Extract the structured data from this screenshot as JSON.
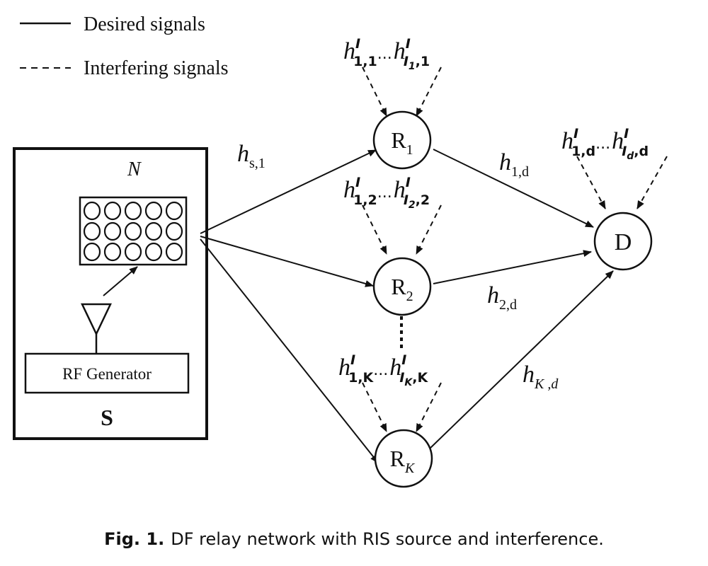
{
  "legend": {
    "desired": "Desired signals",
    "interfering": "Interfering signals"
  },
  "source": {
    "n_label": "N",
    "rf_generator": "RF Generator",
    "s_label": "S"
  },
  "nodes": {
    "r1": {
      "main": "R",
      "sub": "1"
    },
    "r2": {
      "main": "R",
      "sub": "2"
    },
    "rk": {
      "main": "R",
      "sub": "K"
    },
    "d": {
      "main": "D"
    }
  },
  "channels": {
    "hs1": {
      "main": "h",
      "sub": "s,1"
    },
    "h1d": {
      "main": "h",
      "sub": "1,d"
    },
    "h2d": {
      "main": "h",
      "sub": "2,d"
    },
    "hkd": {
      "main": "h",
      "sub": "K ,d"
    }
  },
  "interference": {
    "r1": {
      "first": {
        "main": "h",
        "sup": "I",
        "sub": "1,1"
      },
      "dots": "...",
      "last": {
        "main": "h",
        "sup": "I",
        "sub_base": "I",
        "sub_sub": "1",
        "sub_tail": ",1"
      }
    },
    "r2": {
      "first": {
        "main": "h",
        "sup": "I",
        "sub": "1,2"
      },
      "dots": "...",
      "last": {
        "main": "h",
        "sup": "I",
        "sub_base": "I",
        "sub_sub": "2",
        "sub_tail": ",2"
      }
    },
    "rk": {
      "first": {
        "main": "h",
        "sup": "I",
        "sub": "1,K"
      },
      "dots": "...",
      "last": {
        "main": "h",
        "sup": "I",
        "sub_base": "I",
        "sub_sub": "K",
        "sub_tail": ",K"
      }
    },
    "d": {
      "first": {
        "main": "h",
        "sup": "I",
        "sub": "1,d"
      },
      "dots": "...",
      "last": {
        "main": "h",
        "sup": "I",
        "sub_base": "I",
        "sub_sub": "d",
        "sub_tail": ",d"
      }
    }
  },
  "caption": {
    "label": "Fig. 1.",
    "text": "DF relay network with RIS source and interference."
  }
}
